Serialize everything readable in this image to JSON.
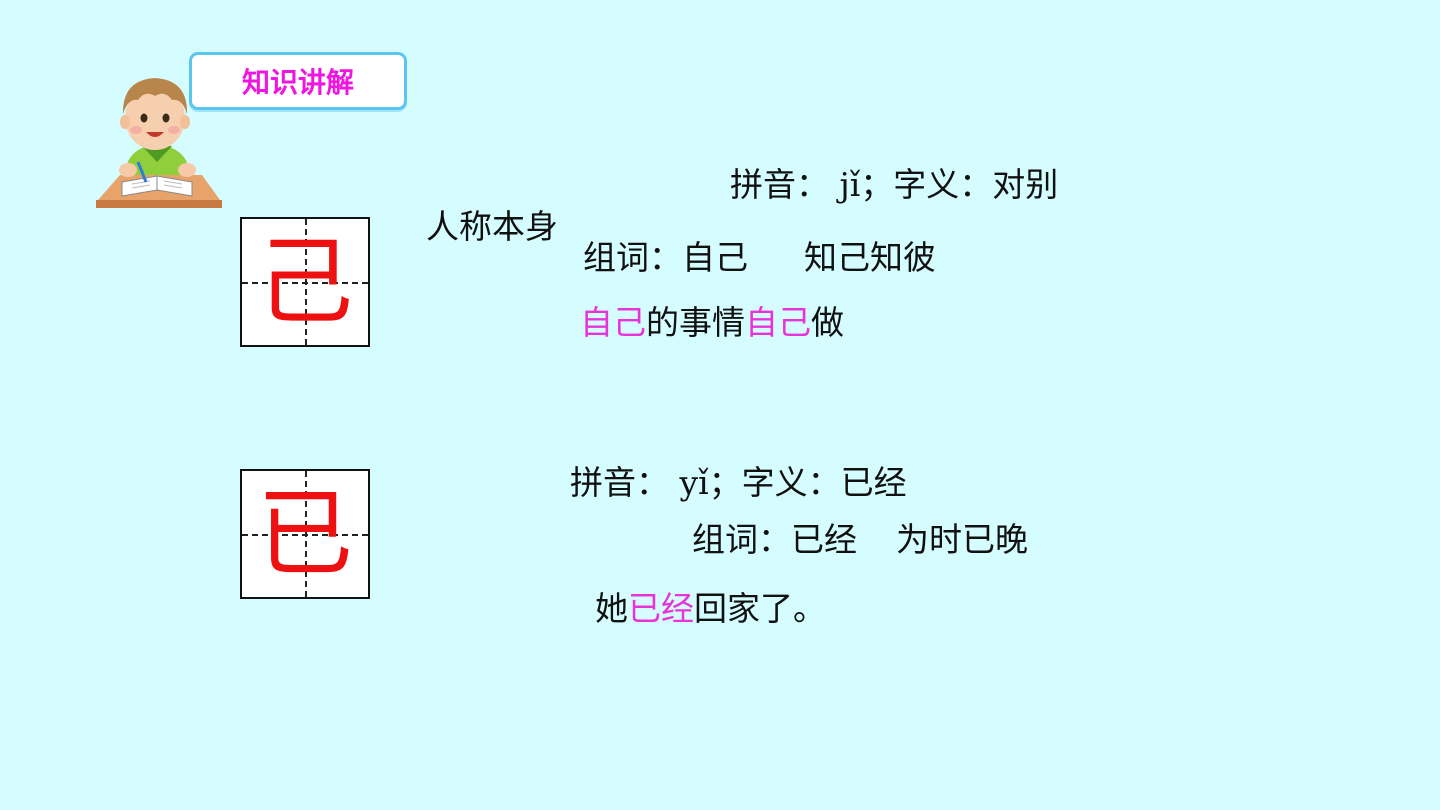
{
  "header": {
    "badge": "知识讲解"
  },
  "char1": {
    "glyph": "己",
    "pinyin_line": "拼音： jǐ；字义：对别",
    "meaning_cont": "人称本身",
    "words_label": "组词：",
    "word1": "自己",
    "word2": "知己知彼",
    "sentence": {
      "hl1": "自己",
      "mid": "的事情",
      "hl2": "自己",
      "end": "做"
    }
  },
  "char2": {
    "glyph": "已",
    "pinyin_line": "拼音： yǐ；字义：已经",
    "words_label": "组词：",
    "word1": "已经",
    "word2": "为时已晚",
    "sentence": {
      "start": "她",
      "hl": "已经",
      "end": "回家了。"
    }
  },
  "colors": {
    "background": "#d5fcff",
    "glyph": "#ee1111",
    "highlight": "#e833d9",
    "badge_text": "#ee16e0",
    "badge_border": "#5ac6ee"
  },
  "icons": {
    "mascot": "boy-reading-book-icon"
  }
}
